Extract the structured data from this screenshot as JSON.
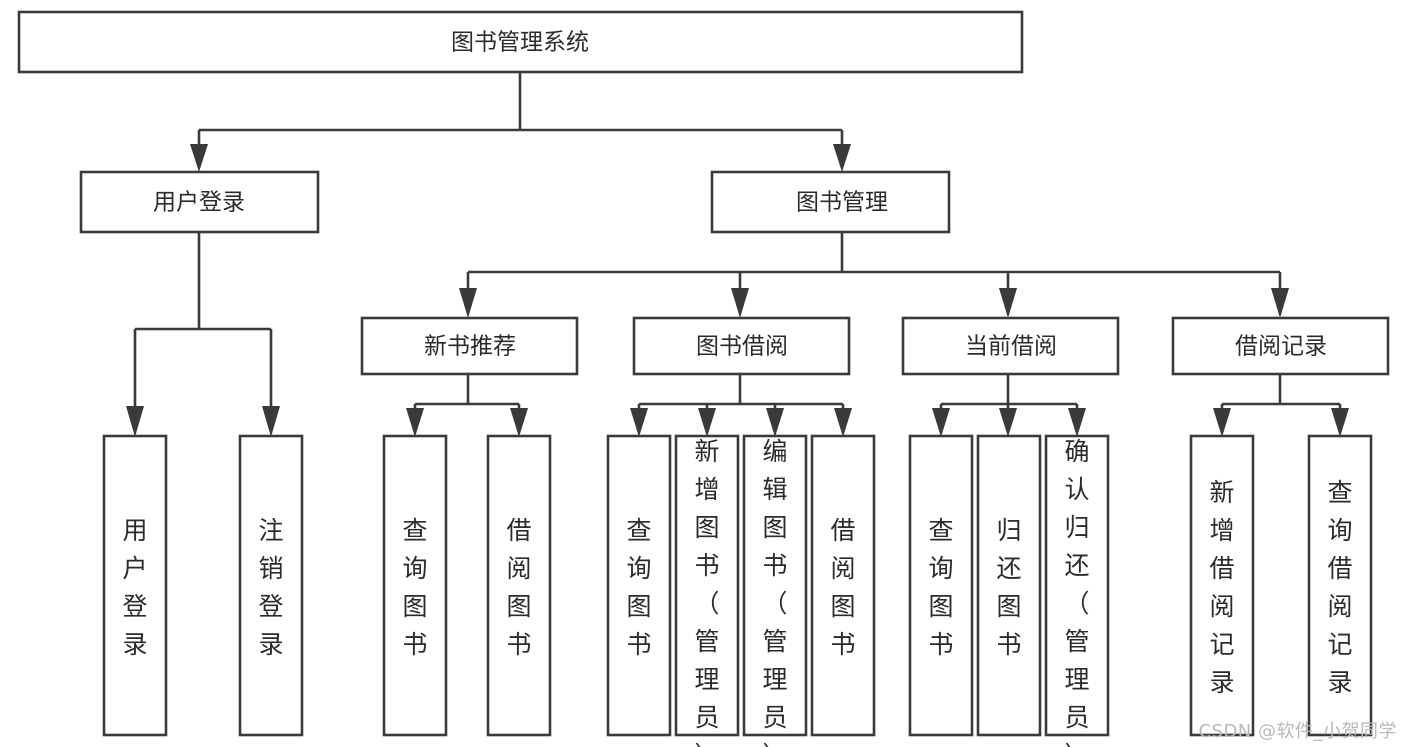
{
  "diagram": {
    "title_node": {
      "label": "图书管理系统"
    },
    "level2": [
      {
        "id": "user-login",
        "label": "用户登录"
      },
      {
        "id": "book-management",
        "label": "图书管理"
      }
    ],
    "level3": [
      {
        "id": "new-book-recommend",
        "label": "新书推荐"
      },
      {
        "id": "book-borrow",
        "label": "图书借阅"
      },
      {
        "id": "current-borrow",
        "label": "当前借阅"
      },
      {
        "id": "borrow-record",
        "label": "借阅记录"
      }
    ],
    "leaves": [
      {
        "id": "leaf-user-login",
        "label": "用户登录"
      },
      {
        "id": "leaf-logout-login",
        "label": "注销登录"
      },
      {
        "id": "leaf-query-book-1",
        "label": "查询图书"
      },
      {
        "id": "leaf-borrow-book-1",
        "label": "借阅图书"
      },
      {
        "id": "leaf-query-book-2",
        "label": "查询图书"
      },
      {
        "id": "leaf-add-book-admin",
        "label": "新增图书（管理员）"
      },
      {
        "id": "leaf-edit-book-admin",
        "label": "编辑图书（管理员）"
      },
      {
        "id": "leaf-borrow-book-2",
        "label": "借阅图书"
      },
      {
        "id": "leaf-query-book-3",
        "label": "查询图书"
      },
      {
        "id": "leaf-return-book",
        "label": "归还图书"
      },
      {
        "id": "leaf-confirm-return-admin",
        "label": "确认归还（管理员）"
      },
      {
        "id": "leaf-add-borrow-record",
        "label": "新增借阅记录"
      },
      {
        "id": "leaf-query-borrow-record",
        "label": "查询借阅记录"
      }
    ],
    "watermark": "CSDN @软件_小贺同学",
    "colors": {
      "stroke": "#3a3a3a",
      "box_fill": "#ffffff",
      "text": "#2b2b2b",
      "background": "#ffffff",
      "watermark": "#b9b9b9"
    }
  }
}
